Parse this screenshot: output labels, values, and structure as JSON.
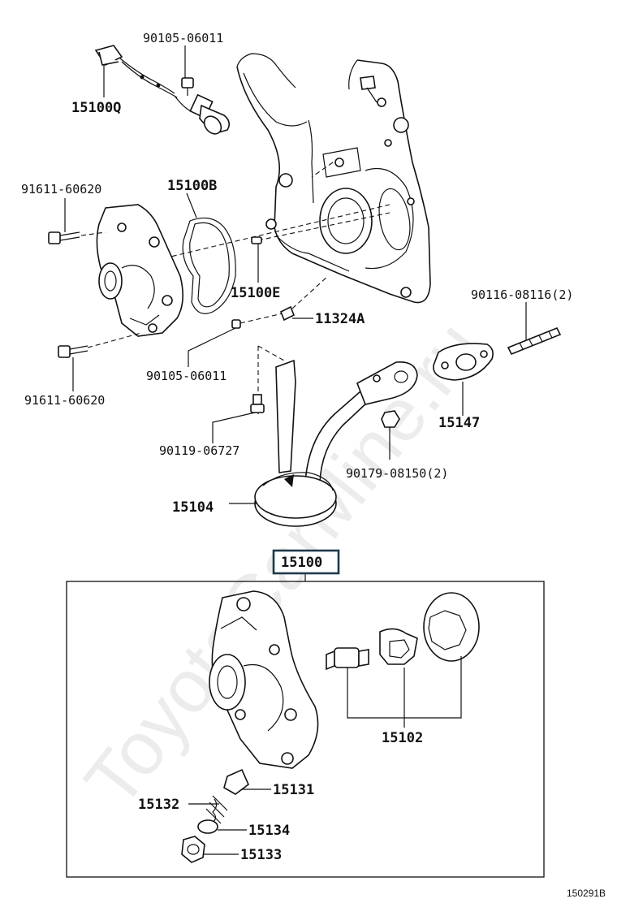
{
  "diagram": {
    "main_assembly_label": "15100",
    "figure_code": "150291B",
    "watermark": "ToyotaCarMine.ru",
    "callouts": {
      "p90105_top": "90105-06011",
      "p15100Q": "15100Q",
      "p91611_top": "91611-60620",
      "p15100B": "15100B",
      "p15100E": "15100E",
      "p11324A": "11324A",
      "p90116": "90116-08116(2)",
      "p91611_bot": "91611-60620",
      "p90105_mid": "90105-06011",
      "p90119": "90119-06727",
      "p15147": "15147",
      "p90179": "90179-08150(2)",
      "p15104": "15104",
      "p15102": "15102",
      "p15131": "15131",
      "p15132": "15132",
      "p15134": "15134",
      "p15133": "15133"
    }
  }
}
